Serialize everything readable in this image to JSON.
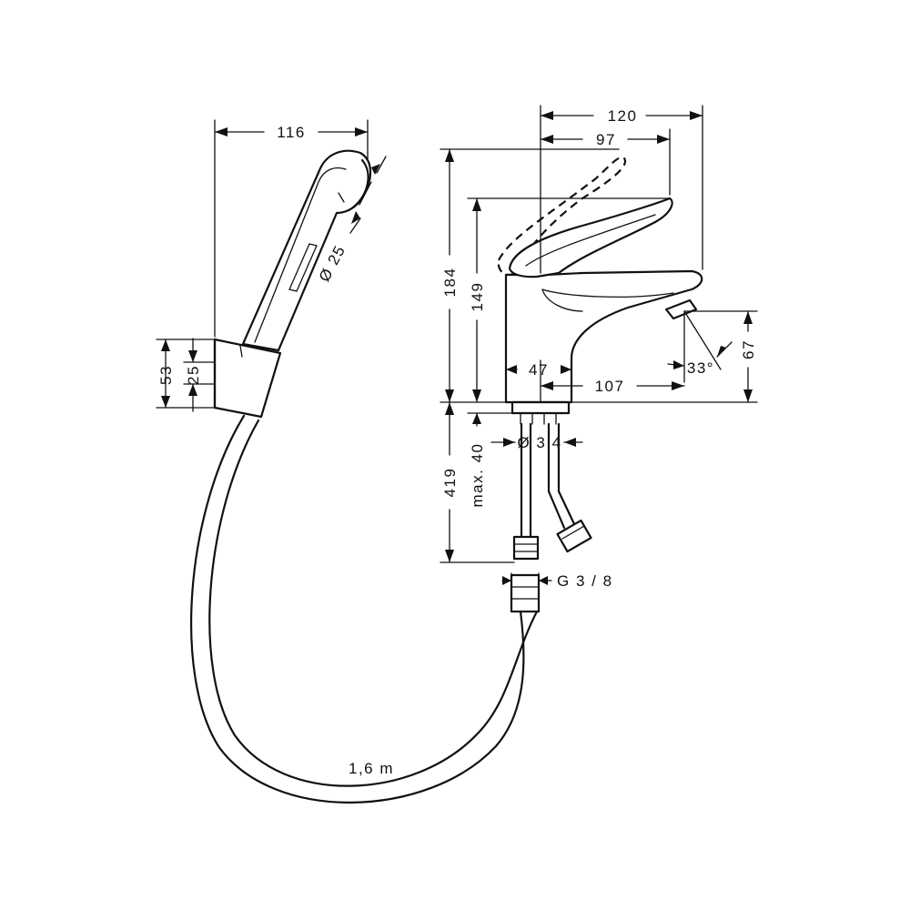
{
  "hand_shower": {
    "width": "116",
    "spray_diameter": "Ø 25",
    "holder_height": "53",
    "holder_inner": "25"
  },
  "hose": {
    "length": "1,6 m"
  },
  "mixer": {
    "overall_depth": "120",
    "lever_reach": "97",
    "overall_height": "184",
    "lever_height": "149",
    "spout_height": "67",
    "spout_angle": "33°",
    "base_offset": "47",
    "spout_reach": "107",
    "below_deck_length": "419",
    "deck_thickness": "max. 40",
    "hole_diameter": "Ø 3 4",
    "connection_thread": "G 3 / 8"
  }
}
